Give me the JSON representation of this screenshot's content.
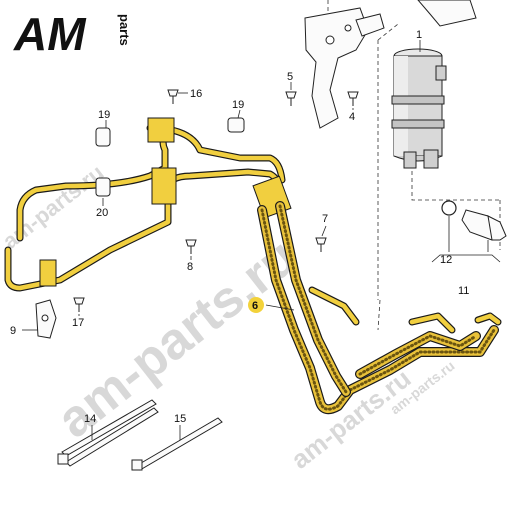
{
  "logo": {
    "main": "AM",
    "side": "parts"
  },
  "callouts": [
    "1",
    "4",
    "5",
    "6",
    "7",
    "8",
    "9",
    "11",
    "12",
    "14",
    "15",
    "16",
    "17",
    "19",
    "19",
    "20"
  ],
  "highlight_color": "#f3d23a",
  "pipe_color": "#f1cf3f",
  "watermarks": [
    "am-parts.ru",
    "am-parts.ru",
    "am-parts.ru",
    "am-parts.ru"
  ]
}
